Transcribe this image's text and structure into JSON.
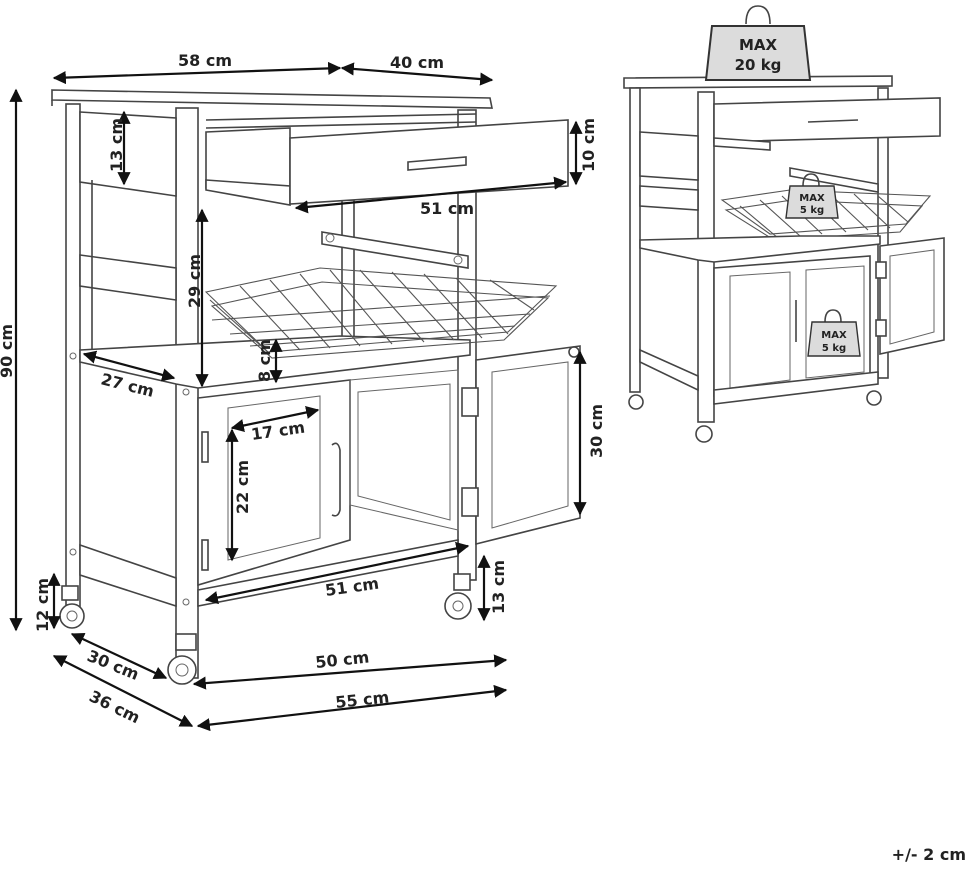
{
  "dimensions": {
    "top_width": "58 cm",
    "top_depth": "40 cm",
    "drawer_front_height": "13 cm",
    "drawer_height": "10 cm",
    "drawer_width": "51 cm",
    "total_height": "90 cm",
    "basket_height": "29 cm",
    "shelf_depth": "27 cm",
    "shelf_gap": "8 cm",
    "cabinet_inner_width": "17 cm",
    "door_height": "30 cm",
    "cabinet_inner_height": "22 cm",
    "cabinet_width": "51 cm",
    "leg_height": "12 cm",
    "wheel_height": "13 cm",
    "base_depth": "30 cm",
    "base_width": "50 cm",
    "total_depth": "36 cm",
    "total_width": "55 cm"
  },
  "load": {
    "top_max_label": "MAX",
    "top_max_value": "20 kg",
    "basket_max_label": "MAX",
    "basket_max_value": "5 kg",
    "shelf_max_label": "MAX",
    "shelf_max_value": "5 kg"
  },
  "tolerance": "+/- 2 cm"
}
